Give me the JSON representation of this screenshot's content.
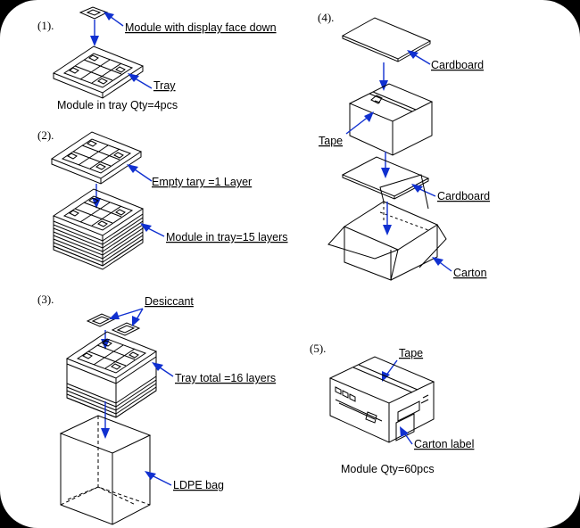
{
  "steps": {
    "s1": {
      "number": "(1).",
      "display_label": "Module with display face down",
      "tray_label": "Tray",
      "caption": "Module in tray Qty=4pcs"
    },
    "s2": {
      "number": "(2).",
      "empty_label": "Empty tary =1 Layer",
      "stack_label": "Module in tray=15 layers"
    },
    "s3": {
      "number": "(3).",
      "desiccant_label": "Desiccant",
      "total_label": "Tray  total =16 layers",
      "bag_label": "LDPE bag"
    },
    "s4": {
      "number": "(4).",
      "top_cardboard_label": "Cardboard",
      "tape_label": "Tape",
      "bottom_cardboard_label": "Cardboard",
      "carton_label": "Carton"
    },
    "s5": {
      "number": "(5).",
      "tape_label": "Tape",
      "carton_label_text": "Carton label",
      "caption": "Module Qty=60pcs"
    }
  },
  "colors": {
    "arrow": "#1030d0",
    "background": "#ffffff",
    "frame": "#000000",
    "line": "#000000"
  }
}
